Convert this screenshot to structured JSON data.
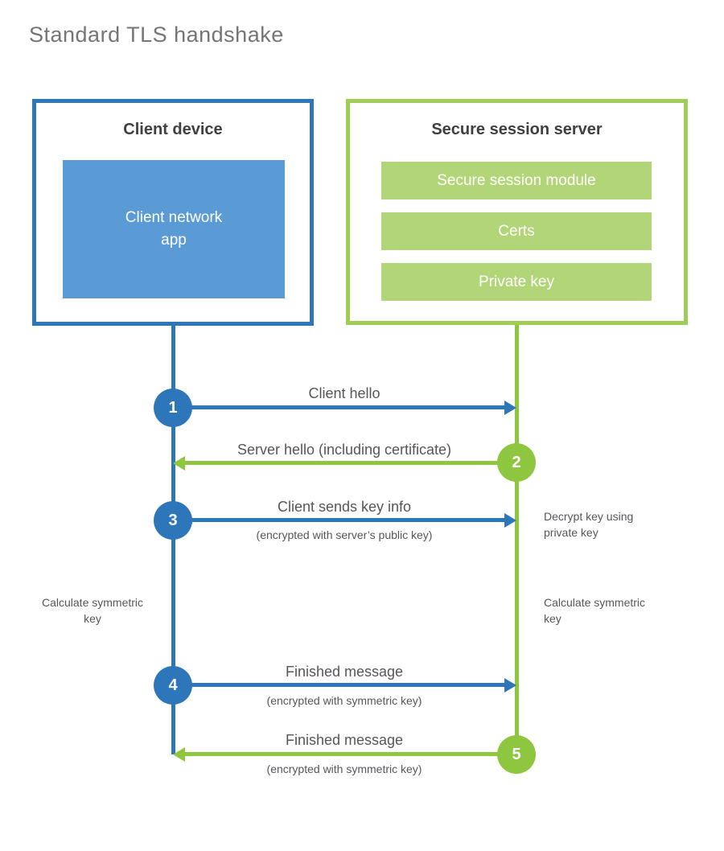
{
  "title": "Standard TLS handshake",
  "colors": {
    "blue_stroke": "#2d76b9",
    "blue_fill": "#5b9bd5",
    "green_stroke": "#8fc640",
    "green_border": "#a0cd55",
    "green_fill": "#b2d577",
    "heading_text": "#3f4040",
    "label_text": "#55565a",
    "title_text": "#737578"
  },
  "client_box": {
    "title": "Client device",
    "app_label": "Client network app"
  },
  "server_box": {
    "title": "Secure session server",
    "modules": [
      "Secure session module",
      "Certs",
      "Private key"
    ]
  },
  "steps": [
    {
      "n": "1",
      "label": "Client hello",
      "sub": "",
      "direction": "client-to-server"
    },
    {
      "n": "2",
      "label": "Server hello (including certificate)",
      "sub": "",
      "direction": "server-to-client"
    },
    {
      "n": "3",
      "label": "Client sends key info",
      "sub": "(encrypted with server’s public key)",
      "direction": "client-to-server"
    },
    {
      "n": "4",
      "label": "Finished message",
      "sub": "(encrypted with symmetric key)",
      "direction": "client-to-server"
    },
    {
      "n": "5",
      "label": "Finished message",
      "sub": "(encrypted with symmetric key)",
      "direction": "server-to-client"
    }
  ],
  "side_notes": {
    "decrypt": "Decrypt key using private key",
    "calc_left": "Calculate symmetric key",
    "calc_right": "Calculate symmetric key"
  }
}
